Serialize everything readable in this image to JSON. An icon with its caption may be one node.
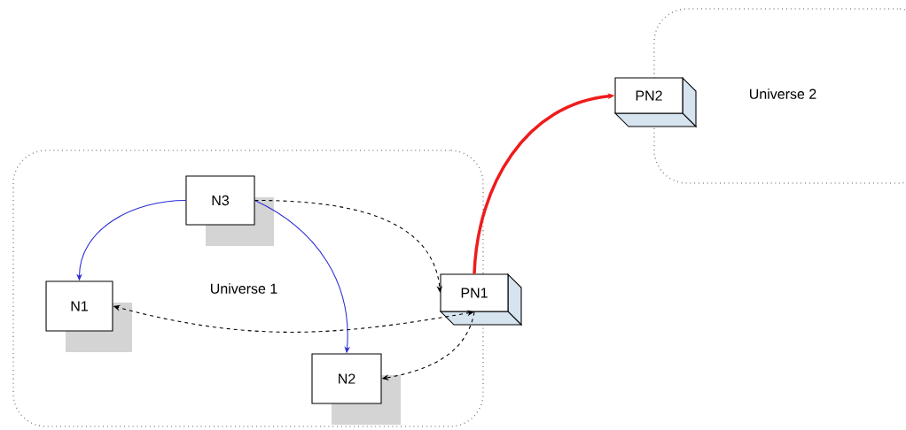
{
  "diagram": {
    "nodes": [
      {
        "text": [
          "Universe 1"
        ]
      },
      {
        "text": [
          "N3"
        ],
        "in": 0
      },
      {
        "text": [
          "N1"
        ],
        "in": 0
      },
      {
        "text": [
          "N2"
        ],
        "in": 0
      },
      {
        "text": [
          "PN1"
        ]
      },
      {
        "text": [
          "Universe 2"
        ]
      },
      {
        "text": [
          "PN2"
        ]
      }
    ],
    "edges": [
      {
        "from": 1,
        "to": 2,
        "arrow": "to",
        "color": "#2b2bd6"
      },
      {
        "from": 1,
        "to": 3,
        "arrow": "to",
        "color": "#2b2bd6"
      },
      {
        "from": 1,
        "to": 4,
        "arrow": "to",
        "style": "dashed"
      },
      {
        "from": 4,
        "to": 2,
        "arrow": "both",
        "style": "dashed"
      },
      {
        "from": 4,
        "to": 3,
        "arrow": "to",
        "style": "dashed"
      },
      {
        "from": 4,
        "to": 6,
        "arrow": "to",
        "style": "thick",
        "color": "#ee1c1c"
      }
    ]
  }
}
